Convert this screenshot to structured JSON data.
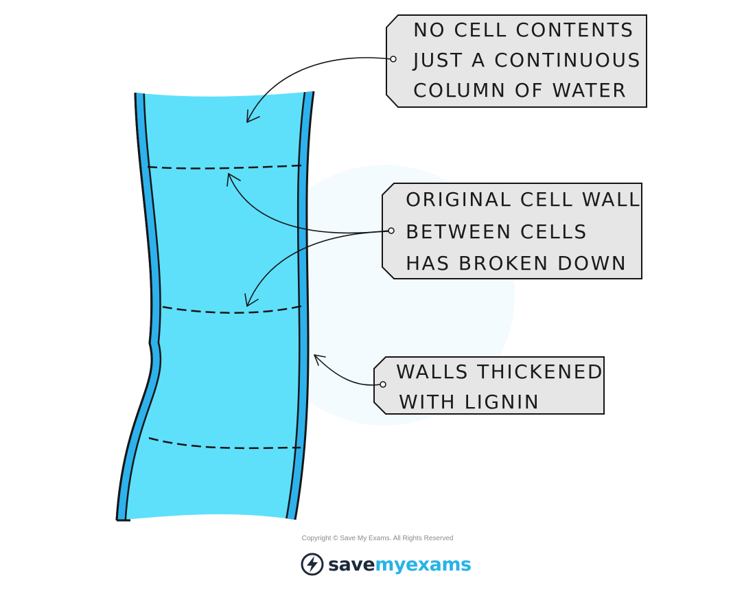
{
  "labels": {
    "contents": [
      "NO CELL CONTENTS",
      "JUST A CONTINUOUS",
      "COLUMN OF WATER"
    ],
    "wall": [
      "ORIGINAL CELL WALL",
      "BETWEEN CELLS",
      "HAS BROKEN DOWN"
    ],
    "lignin": [
      "WALLS THICKENED",
      "WITH LIGNIN"
    ]
  },
  "footer": {
    "copyright": "Copyright © Save My Exams. All Rights Reserved",
    "brand_word1": "save",
    "brand_word2": "my",
    "brand_word3": "exams",
    "brand_icon": "lightning-bolt-icon"
  },
  "colors": {
    "water": "#5ee0fb",
    "wall": "#2eb2ec",
    "tag": "#e6e6e6",
    "brand_accent": "#27b3e6",
    "brand_dark": "#1e2a3a"
  }
}
